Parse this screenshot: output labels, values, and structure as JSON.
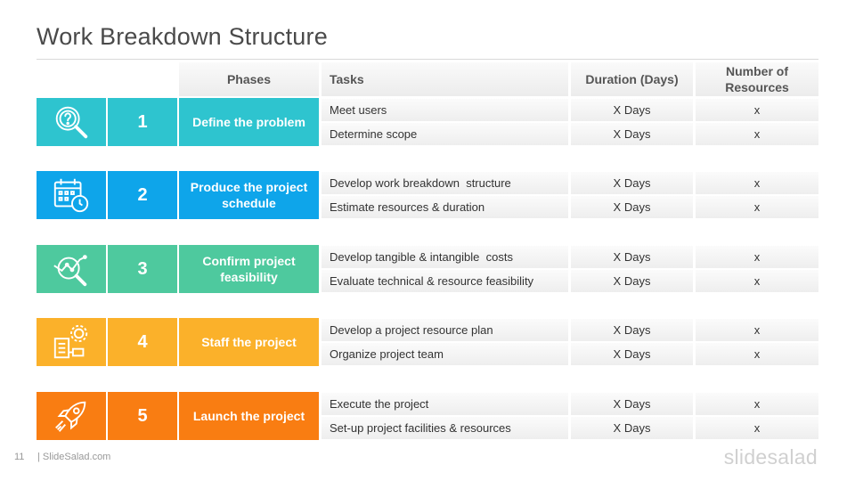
{
  "title": "Work Breakdown Structure",
  "headers": {
    "phases": "Phases",
    "tasks": "Tasks",
    "duration": "Duration (Days)",
    "resources": "Number of\nResources"
  },
  "phases": [
    {
      "number": "1",
      "name": "Define the problem",
      "color": "#2ec4cf",
      "icon": "magnifier-question-icon",
      "tasks": [
        {
          "task": "Meet users",
          "duration": "X Days",
          "resources": "x"
        },
        {
          "task": "Determine scope",
          "duration": "X Days",
          "resources": "x"
        }
      ]
    },
    {
      "number": "2",
      "name": "Produce the project schedule",
      "color": "#0ea5ea",
      "icon": "calendar-clock-icon",
      "tasks": [
        {
          "task": "Develop work breakdown  structure",
          "duration": "X Days",
          "resources": "x"
        },
        {
          "task": "Estimate resources & duration",
          "duration": "X Days",
          "resources": "x"
        }
      ]
    },
    {
      "number": "3",
      "name": "Confirm project feasibility",
      "color": "#4ec99e",
      "icon": "magnifier-chart-icon",
      "tasks": [
        {
          "task": "Develop tangible & intangible  costs",
          "duration": "X Days",
          "resources": "x"
        },
        {
          "task": "Evaluate technical & resource feasibility",
          "duration": "X Days",
          "resources": "x"
        }
      ]
    },
    {
      "number": "4",
      "name": "Staff the project",
      "color": "#fbb12a",
      "icon": "gear-flowchart-icon",
      "tasks": [
        {
          "task": "Develop a project resource plan",
          "duration": "X Days",
          "resources": "x"
        },
        {
          "task": "Organize project team",
          "duration": "X Days",
          "resources": "x"
        }
      ]
    },
    {
      "number": "5",
      "name": "Launch the project",
      "color": "#f97d12",
      "icon": "rocket-icon",
      "tasks": [
        {
          "task": "Execute the project",
          "duration": "X Days",
          "resources": "x"
        },
        {
          "task": "Set-up project facilities & resources",
          "duration": "X Days",
          "resources": "x"
        }
      ]
    }
  ],
  "footer": {
    "page": "11",
    "source": "| SlideSalad.com",
    "brand": "slidesalad"
  }
}
